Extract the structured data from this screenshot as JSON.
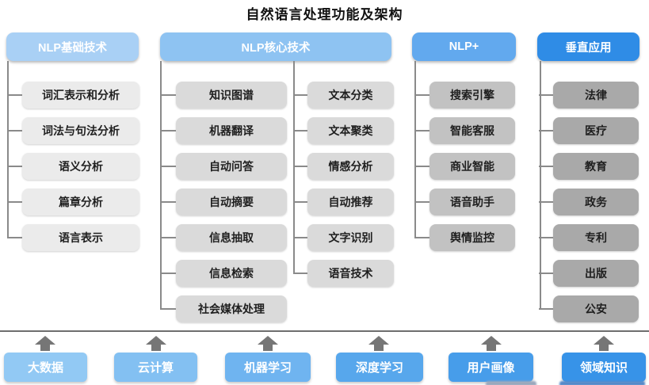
{
  "title": "自然语言处理功能及架构",
  "columns": [
    {
      "header": "NLP基础技术",
      "header_color": "#a9d0f5",
      "item_color": "#ebebeb",
      "items": [
        "词汇表示和分析",
        "词法与句法分析",
        "语义分析",
        "篇章分析",
        "语言表示"
      ]
    },
    {
      "header": "NLP核心技术",
      "header_color": "#8ec3f2",
      "item_color": "#dadada",
      "items_left": [
        "知识图谱",
        "机器翻译",
        "自动问答",
        "自动摘要",
        "信息抽取",
        "信息检索",
        "社会媒体处理"
      ],
      "items_right": [
        "文本分类",
        "文本聚类",
        "情感分析",
        "自动推荐",
        "文字识别",
        "语音技术"
      ]
    },
    {
      "header": "NLP+",
      "header_color": "#62a9ee",
      "item_color": "#c2c2c2",
      "items": [
        "搜索引擎",
        "智能客服",
        "商业智能",
        "语音助手",
        "舆情监控"
      ]
    },
    {
      "header": "垂直应用",
      "header_color": "#2f8ce6",
      "item_color": "#a9a9a9",
      "items": [
        "法律",
        "医疗",
        "教育",
        "政务",
        "专利",
        "出版",
        "公安"
      ]
    }
  ],
  "foundation": {
    "arrow_icon": "up-arrow",
    "arrow_color": "#767676",
    "connector_color": "#8a8a8a",
    "items": [
      {
        "label": "大数据",
        "color": "#92c9f4"
      },
      {
        "label": "云计算",
        "color": "#83c0f2"
      },
      {
        "label": "机器学习",
        "color": "#6fb4f0"
      },
      {
        "label": "深度学习",
        "color": "#57a7ec"
      },
      {
        "label": "用户画像",
        "color": "#479dea"
      },
      {
        "label": "领域知识",
        "color": "#3793e8"
      }
    ]
  }
}
